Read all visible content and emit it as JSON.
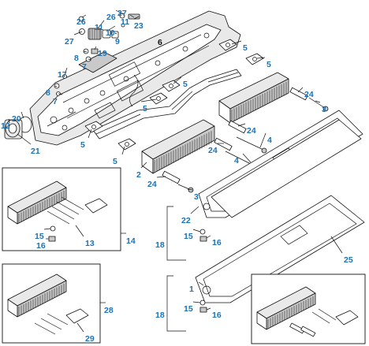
{
  "diagram": {
    "callouts": [
      {
        "id": "c26a",
        "text": "26",
        "color": "blue"
      },
      {
        "id": "c27a",
        "text": "27",
        "color": "blue"
      },
      {
        "id": "c11a",
        "text": "11",
        "color": "blue"
      },
      {
        "id": "c23",
        "text": "23",
        "color": "blue"
      },
      {
        "id": "c26b",
        "text": "26",
        "color": "blue"
      },
      {
        "id": "c11b",
        "text": "11",
        "color": "blue"
      },
      {
        "id": "c10",
        "text": "10",
        "color": "blue"
      },
      {
        "id": "c27b",
        "text": "27",
        "color": "blue"
      },
      {
        "id": "c9",
        "text": "9",
        "color": "blue"
      },
      {
        "id": "c6",
        "text": "6",
        "color": "black"
      },
      {
        "id": "c5a",
        "text": "5",
        "color": "blue"
      },
      {
        "id": "c8a",
        "text": "8",
        "color": "blue"
      },
      {
        "id": "c19",
        "text": "19",
        "color": "blue"
      },
      {
        "id": "c7a",
        "text": "7",
        "color": "blue"
      },
      {
        "id": "c5b",
        "text": "5",
        "color": "blue"
      },
      {
        "id": "c17",
        "text": "17",
        "color": "blue"
      },
      {
        "id": "c5c",
        "text": "5",
        "color": "blue"
      },
      {
        "id": "c8b",
        "text": "8",
        "color": "blue"
      },
      {
        "id": "c7b",
        "text": "7",
        "color": "blue"
      },
      {
        "id": "c24a",
        "text": "24",
        "color": "blue"
      },
      {
        "id": "c5d",
        "text": "5",
        "color": "blue"
      },
      {
        "id": "c3a",
        "text": "3",
        "color": "blue"
      },
      {
        "id": "c20",
        "text": "20",
        "color": "blue"
      },
      {
        "id": "c12",
        "text": "12",
        "color": "blue"
      },
      {
        "id": "c21",
        "text": "21",
        "color": "blue"
      },
      {
        "id": "c5e",
        "text": "5",
        "color": "blue"
      },
      {
        "id": "c24b",
        "text": "24",
        "color": "blue"
      },
      {
        "id": "c4a",
        "text": "4",
        "color": "blue"
      },
      {
        "id": "c24c",
        "text": "24",
        "color": "blue"
      },
      {
        "id": "c4b",
        "text": "4",
        "color": "blue"
      },
      {
        "id": "c5f",
        "text": "5",
        "color": "blue"
      },
      {
        "id": "c2",
        "text": "2",
        "color": "blue"
      },
      {
        "id": "c24d",
        "text": "24",
        "color": "blue"
      },
      {
        "id": "c3b",
        "text": "3",
        "color": "blue"
      },
      {
        "id": "c22",
        "text": "22",
        "color": "blue"
      },
      {
        "id": "c15a",
        "text": "15",
        "color": "blue"
      },
      {
        "id": "c16a",
        "text": "16",
        "color": "blue"
      },
      {
        "id": "c13",
        "text": "13",
        "color": "blue"
      },
      {
        "id": "c14",
        "text": "14",
        "color": "blue"
      },
      {
        "id": "c18a",
        "text": "18",
        "color": "blue"
      },
      {
        "id": "c15b",
        "text": "15",
        "color": "blue"
      },
      {
        "id": "c16b",
        "text": "16",
        "color": "blue"
      },
      {
        "id": "c25",
        "text": "25",
        "color": "blue"
      },
      {
        "id": "c1",
        "text": "1",
        "color": "blue"
      },
      {
        "id": "c28",
        "text": "28",
        "color": "blue"
      },
      {
        "id": "c18b",
        "text": "18",
        "color": "blue"
      },
      {
        "id": "c15c",
        "text": "15",
        "color": "blue"
      },
      {
        "id": "c16c",
        "text": "16",
        "color": "blue"
      },
      {
        "id": "c29",
        "text": "29",
        "color": "blue"
      }
    ],
    "parts": [
      "main-housing",
      "oil-cooler-core-upper",
      "oil-cooler-core-lower",
      "coolant-tube",
      "gasket-plate-22",
      "gasket-plate-1",
      "gasket-25",
      "thermostat-fitting",
      "kit-14",
      "kit-28",
      "kit-right"
    ],
    "colors": {
      "callout_blue": "#1a73b8",
      "callout_black": "#111111",
      "line": "#111111",
      "part_fill": "#e9e9e9"
    }
  }
}
